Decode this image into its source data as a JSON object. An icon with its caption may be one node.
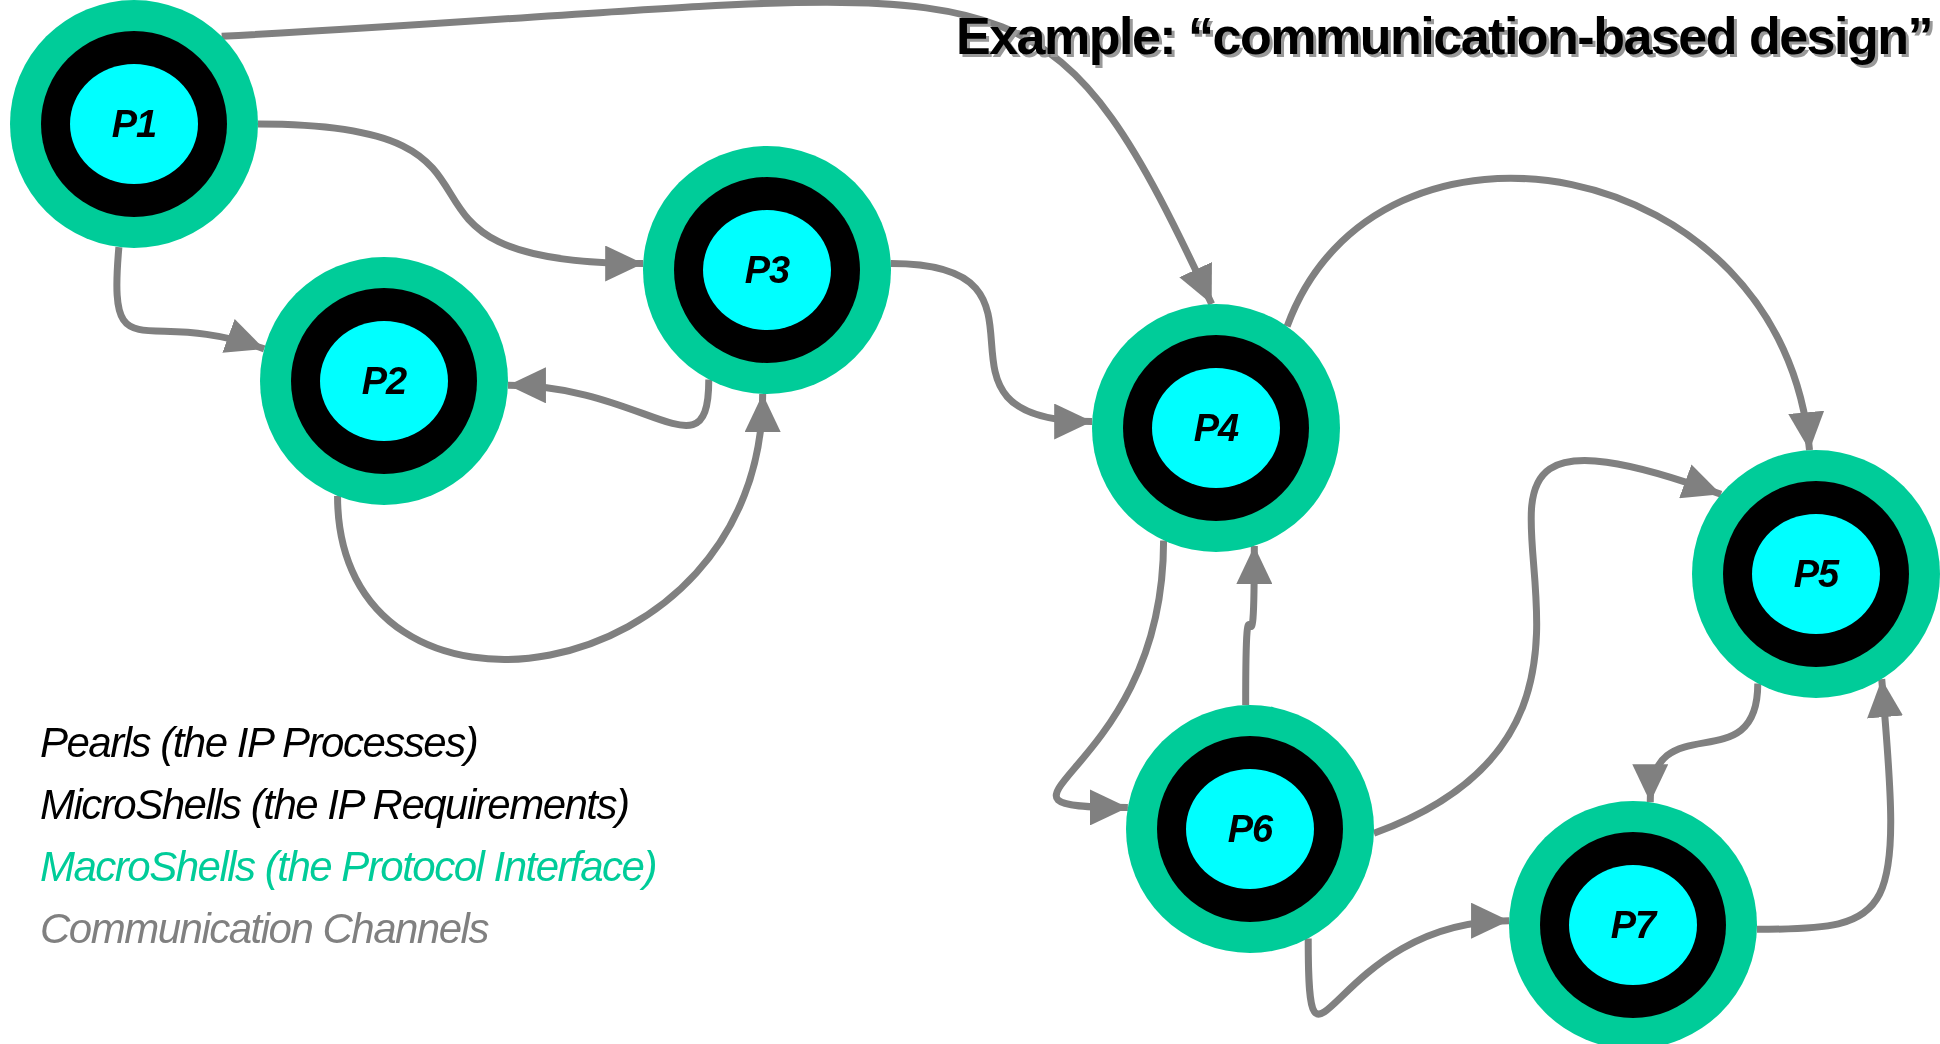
{
  "diagram": {
    "title": "Example:  “communication-based design”",
    "nodes": [
      {
        "text": [
          "P1"
        ]
      },
      {
        "text": [
          "P2"
        ]
      },
      {
        "text": [
          "P3"
        ]
      },
      {
        "text": [
          "P4"
        ]
      },
      {
        "text": [
          "P5"
        ]
      },
      {
        "text": [
          "P6"
        ]
      },
      {
        "text": [
          "P7"
        ]
      }
    ],
    "edges": [
      {
        "from": 0,
        "to": 3,
        "arrow": "to"
      },
      {
        "from": 0,
        "to": 2,
        "arrow": "to"
      },
      {
        "from": 0,
        "to": 1,
        "arrow": "to"
      },
      {
        "from": 2,
        "to": 1,
        "arrow": "to"
      },
      {
        "from": 1,
        "to": 2,
        "arrow": "to"
      },
      {
        "from": 2,
        "to": 3,
        "arrow": "to"
      },
      {
        "from": 3,
        "to": 4,
        "arrow": "to"
      },
      {
        "from": 3,
        "to": 5,
        "arrow": "to"
      },
      {
        "from": 5,
        "to": 3,
        "arrow": "to"
      },
      {
        "from": 5,
        "to": 4,
        "arrow": "to"
      },
      {
        "from": 4,
        "to": 6,
        "arrow": "to"
      },
      {
        "from": 5,
        "to": 6,
        "arrow": "to"
      },
      {
        "from": 6,
        "to": 4,
        "arrow": "to"
      }
    ],
    "legend": [
      {
        "text": "Pearls (the IP Processes)",
        "color": "#000000"
      },
      {
        "text": "MicroShells (the IP Requirements)",
        "color": "#000000"
      },
      {
        "text": "MacroShells (the Protocol Interface)",
        "color": "#00cc99"
      },
      {
        "text": "Communication Channels",
        "color": "#808080"
      }
    ]
  }
}
